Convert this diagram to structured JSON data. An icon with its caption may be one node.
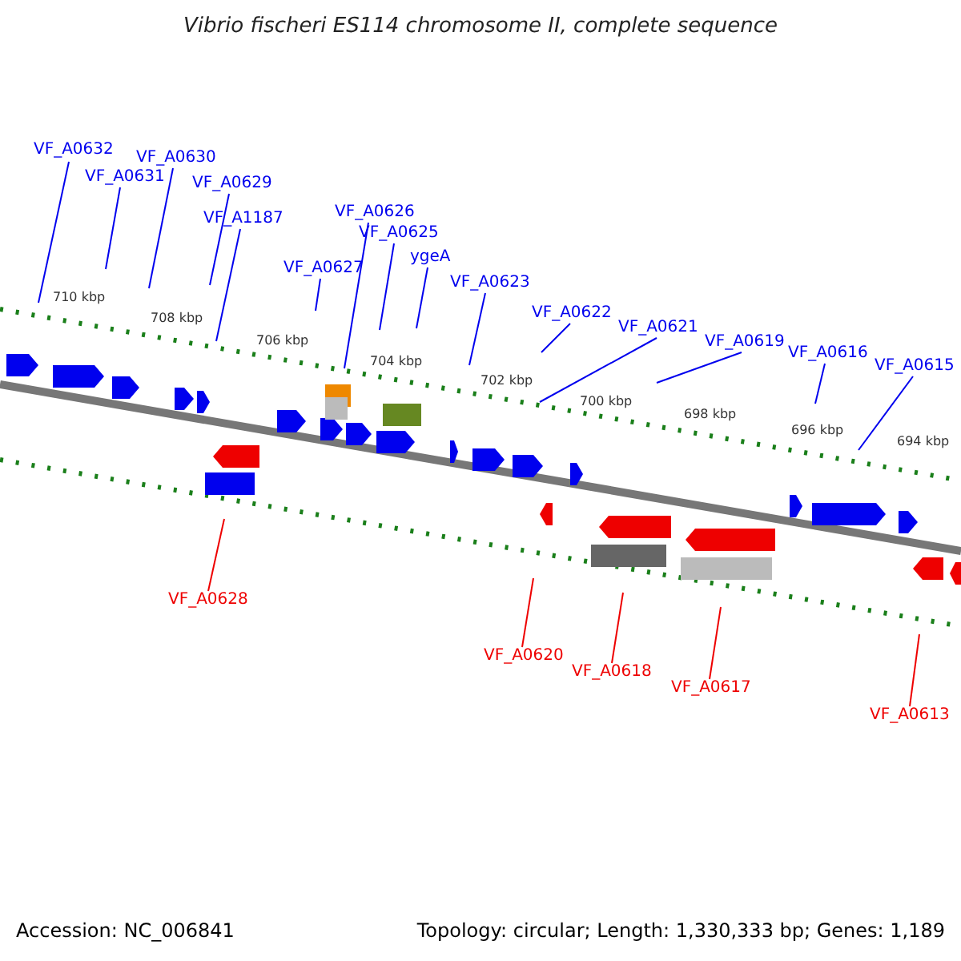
{
  "diagram": {
    "title": "Vibrio fischeri ES114 chromosome II, complete sequence",
    "nodes": [
      {
        "text": [
          "VF_A0632"
        ]
      },
      {
        "text": [
          "VF_A0631"
        ]
      },
      {
        "text": [
          "VF_A0630"
        ]
      },
      {
        "text": [
          "VF_A0629"
        ]
      },
      {
        "text": [
          "VF_A1187"
        ]
      },
      {
        "text": [
          "VF_A0627"
        ]
      },
      {
        "text": [
          "VF_A0626"
        ]
      },
      {
        "text": [
          "VF_A0625"
        ]
      },
      {
        "text": [
          "ygeA"
        ]
      },
      {
        "text": [
          "VF_A0623"
        ]
      },
      {
        "text": [
          "VF_A0622"
        ]
      },
      {
        "text": [
          "VF_A0621"
        ]
      },
      {
        "text": [
          "VF_A0619"
        ]
      },
      {
        "text": [
          "VF_A0616"
        ]
      },
      {
        "text": [
          "VF_A0615"
        ]
      },
      {
        "text": [
          "VF_A0628"
        ]
      },
      {
        "text": [
          "VF_A0620"
        ]
      },
      {
        "text": [
          "VF_A0618"
        ]
      },
      {
        "text": [
          "VF_A0617"
        ]
      },
      {
        "text": [
          "VF_A0613"
        ]
      }
    ],
    "edges": [
      {
        "from": 0,
        "to": null,
        "arrow": "none"
      },
      {
        "from": 1,
        "to": null,
        "arrow": "none"
      },
      {
        "from": 2,
        "to": null,
        "arrow": "none"
      },
      {
        "from": 3,
        "to": null,
        "arrow": "none"
      },
      {
        "from": 4,
        "to": null,
        "arrow": "none"
      },
      {
        "from": 5,
        "to": null,
        "arrow": "none"
      },
      {
        "from": 6,
        "to": null,
        "arrow": "none"
      },
      {
        "from": 7,
        "to": null,
        "arrow": "none"
      },
      {
        "from": 8,
        "to": null,
        "arrow": "none"
      },
      {
        "from": 9,
        "to": null,
        "arrow": "none"
      },
      {
        "from": 10,
        "to": null,
        "arrow": "none"
      },
      {
        "from": 11,
        "to": null,
        "arrow": "none"
      },
      {
        "from": 12,
        "to": null,
        "arrow": "none"
      },
      {
        "from": 13,
        "to": null,
        "arrow": "none"
      },
      {
        "from": 14,
        "to": null,
        "arrow": "none"
      },
      {
        "from": 15,
        "to": null,
        "arrow": "none",
        "color": "#ee0000"
      },
      {
        "from": 16,
        "to": null,
        "arrow": "none",
        "color": "#ee0000"
      },
      {
        "from": 17,
        "to": null,
        "arrow": "none",
        "color": "#ee0000"
      },
      {
        "from": 18,
        "to": null,
        "arrow": "none",
        "color": "#ee0000"
      },
      {
        "from": 19,
        "to": null,
        "arrow": "none",
        "color": "#ee0000"
      }
    ],
    "labels": [
      "710 kbp",
      "708 kbp",
      "706 kbp",
      "704 kbp",
      "702 kbp",
      "700 kbp",
      "698 kbp",
      "696 kbp",
      "694 kbp",
      "Accession: NC_006841",
      "Topology: circular; Length: 1,330,333 bp; Genes: 1,189"
    ]
  }
}
